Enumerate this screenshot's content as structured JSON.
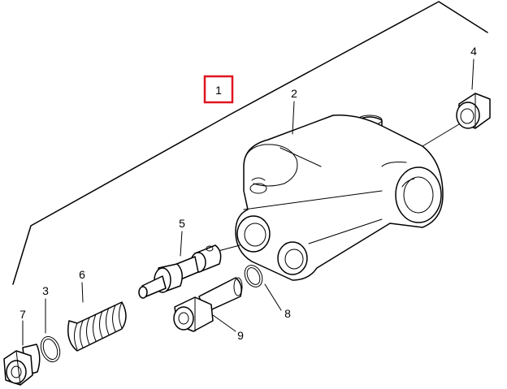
{
  "callouts": {
    "c1": "1",
    "c2": "2",
    "c3": "3",
    "c4": "4",
    "c5": "5",
    "c6": "6",
    "c7": "7",
    "c8": "8",
    "c9": "9"
  },
  "highlight": {
    "callout": "1",
    "color": "#e0141e"
  }
}
